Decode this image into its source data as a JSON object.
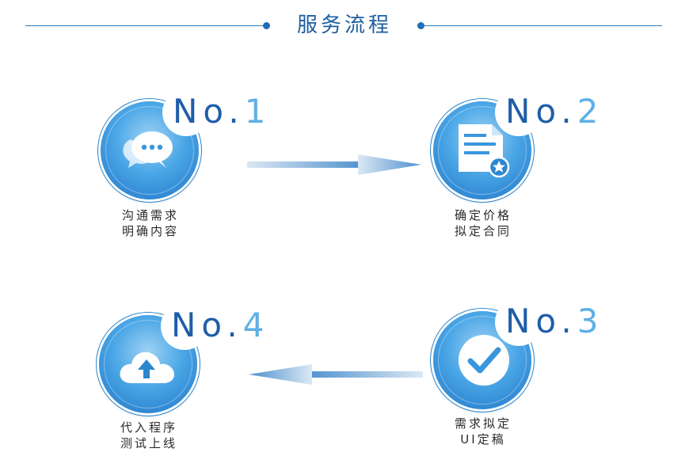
{
  "header": {
    "title": "服务流程"
  },
  "steps": [
    {
      "no_prefix": "No.",
      "number": "1",
      "line1": "沟通需求",
      "line2": "明确内容",
      "icon": "chat-bubbles-icon"
    },
    {
      "no_prefix": "No.",
      "number": "2",
      "line1": "确定价格",
      "line2": "拟定合同",
      "icon": "document-star-icon"
    },
    {
      "no_prefix": "No.",
      "number": "3",
      "line1": "需求拟定",
      "line2": "UI定稿",
      "icon": "checkmark-icon"
    },
    {
      "no_prefix": "No.",
      "number": "4",
      "line1": "代入程序",
      "line2": "测试上线",
      "icon": "cloud-upload-icon"
    }
  ],
  "colors": {
    "primary": "#1f5ea8",
    "accent": "#5fb0e6",
    "circle_dark": "#1f73c6",
    "circle_light": "#9fd2f4"
  }
}
